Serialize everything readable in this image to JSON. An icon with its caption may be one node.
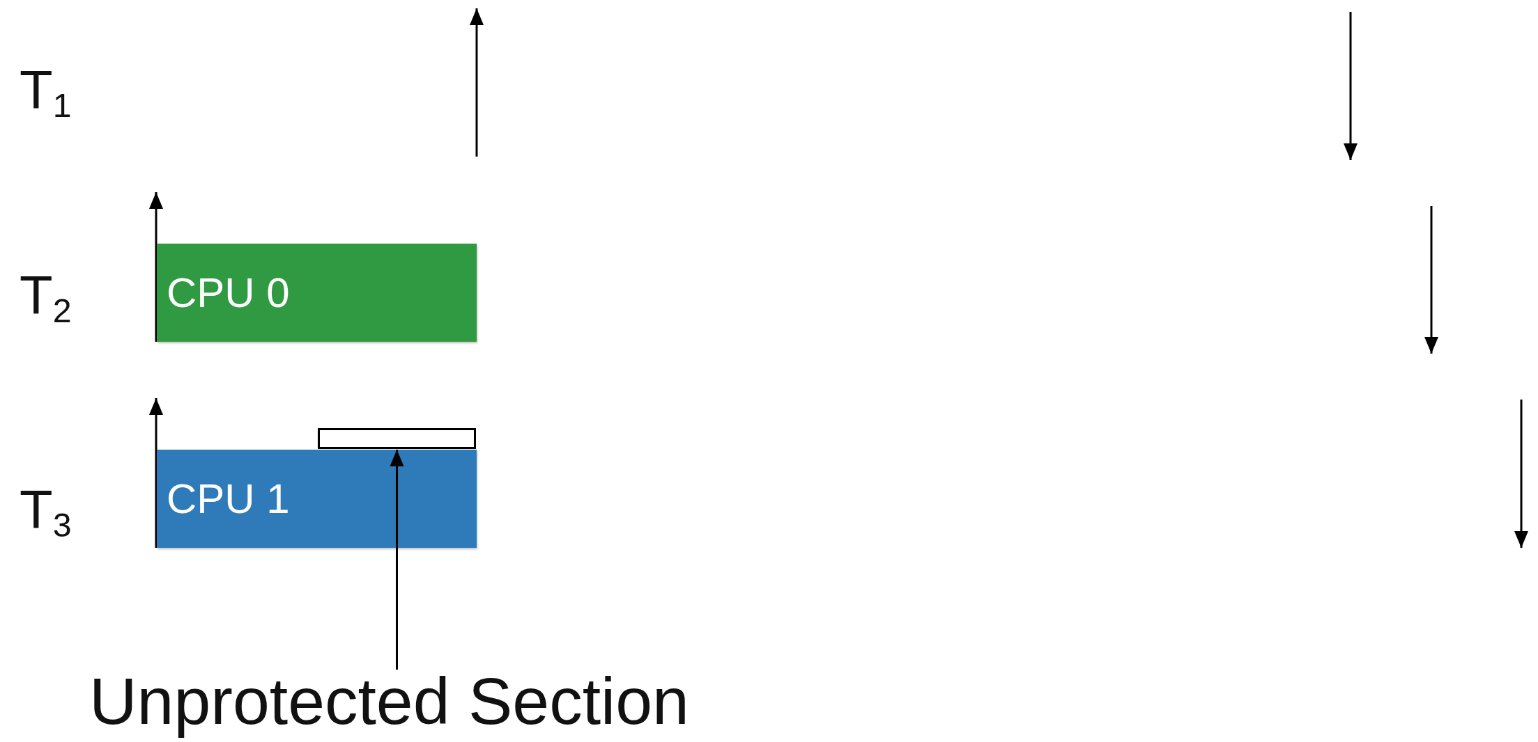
{
  "diagram": {
    "nodes": [
      {
        "text": [
          "CPU 0"
        ]
      },
      {
        "text": [],
        "shape": "box"
      },
      {
        "text": [
          "CPU 1"
        ]
      },
      {
        "text": [
          "Unprotected Section"
        ]
      }
    ],
    "edges": [
      {
        "from": 3,
        "to": 1,
        "arrow": "to"
      }
    ],
    "labels": [
      "T$_{1}$",
      "T$_{2}$",
      "T$_{3}$"
    ]
  }
}
